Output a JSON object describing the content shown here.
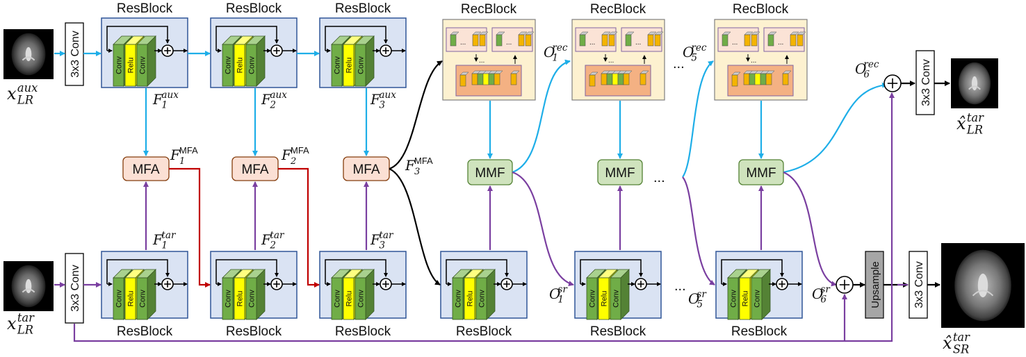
{
  "labels": {
    "resblock": "ResBlock",
    "recblock": "RecBlock",
    "conv3x3": "3x3 Conv",
    "mfa": "MFA",
    "mmf": "MMF",
    "upsample": "Upsample",
    "conv": "Conv",
    "relu": "Relu",
    "ellipsis": "..."
  },
  "math": {
    "x": "x",
    "xhat": "x̂",
    "F": "F",
    "O": "O",
    "aux": "aux",
    "tar": "tar",
    "LR": "LR",
    "SR": "SR",
    "rec": "rec",
    "sr": "sr",
    "MFA": "MFA",
    "idx1": "1",
    "idx2": "2",
    "idx3": "3",
    "idx5": "5",
    "idx6": "6"
  },
  "colors": {
    "aux_arrow": "#1eaee8",
    "tar_arrow": "#7a3fa0",
    "mfa_arrow": "#c00000",
    "black_arrow": "#000000",
    "resblock_bg": "#dae3f3",
    "recblock_bg": "#fdf1d0",
    "mfa_fill": "#fbe0d4",
    "mmf_fill": "#cfe3bd",
    "conv_green": "#70ad47",
    "relu_yellow": "#ffff00",
    "orange_block": "#f4b400",
    "upsample_gray": "#a6a6a6"
  },
  "icons": [
    "aux-lr-brain-image",
    "tar-lr-brain-image",
    "tar-lr-output-brain-image",
    "tar-sr-output-brain-image",
    "plus-circle-icon"
  ]
}
